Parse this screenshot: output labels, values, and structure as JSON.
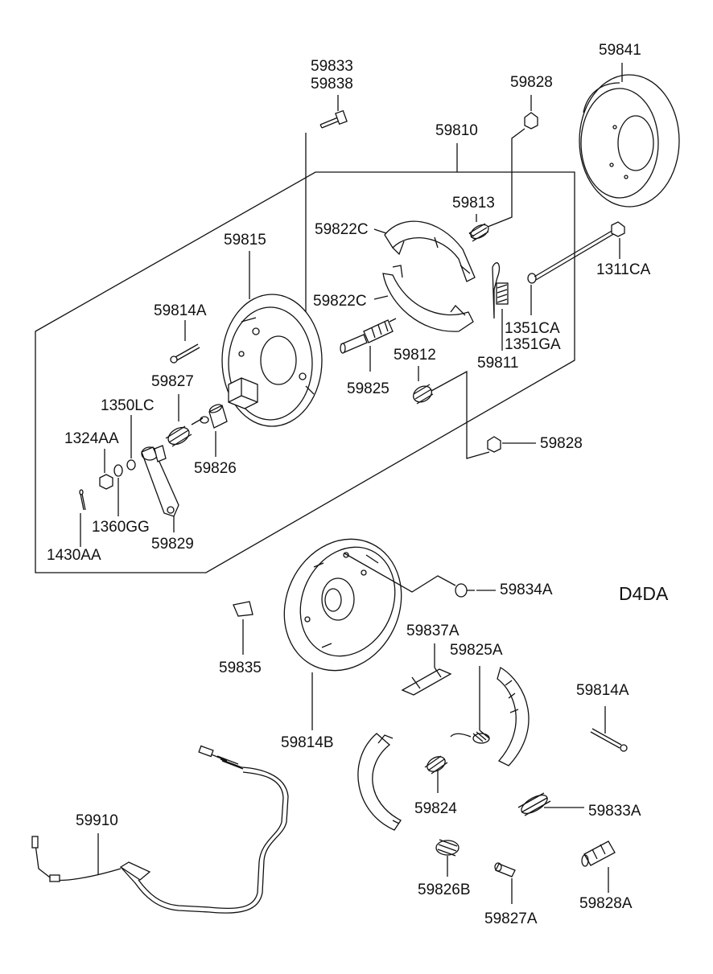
{
  "diagram": {
    "variant_code": "D4DA",
    "labels": {
      "p59833": "59833",
      "p59838": "59838",
      "p59828_top": "59828",
      "p59841": "59841",
      "p59810": "59810",
      "p59813": "59813",
      "p59822c_1": "59822C",
      "p59815": "59815",
      "p1311ca": "1311CA",
      "p59822c_2": "59822C",
      "p59814a": "59814A",
      "p1351ca": "1351CA",
      "p1351ga": "1351GA",
      "p59812": "59812",
      "p59811": "59811",
      "p59827": "59827",
      "p59825": "59825",
      "p1350lc": "1350LC",
      "p59828_mid": "59828",
      "p1324aa": "1324AA",
      "p59826": "59826",
      "p1360gg": "1360GG",
      "p59829": "59829",
      "p1430aa": "1430AA",
      "p59834a": "59834A",
      "p59837a": "59837A",
      "p59825a": "59825A",
      "p59835": "59835",
      "p59814a_2": "59814A",
      "p59814b": "59814B",
      "p59824": "59824",
      "p59910": "59910",
      "p59833a": "59833A",
      "p59826b": "59826B",
      "p59828a": "59828A",
      "p59827a": "59827A"
    }
  }
}
